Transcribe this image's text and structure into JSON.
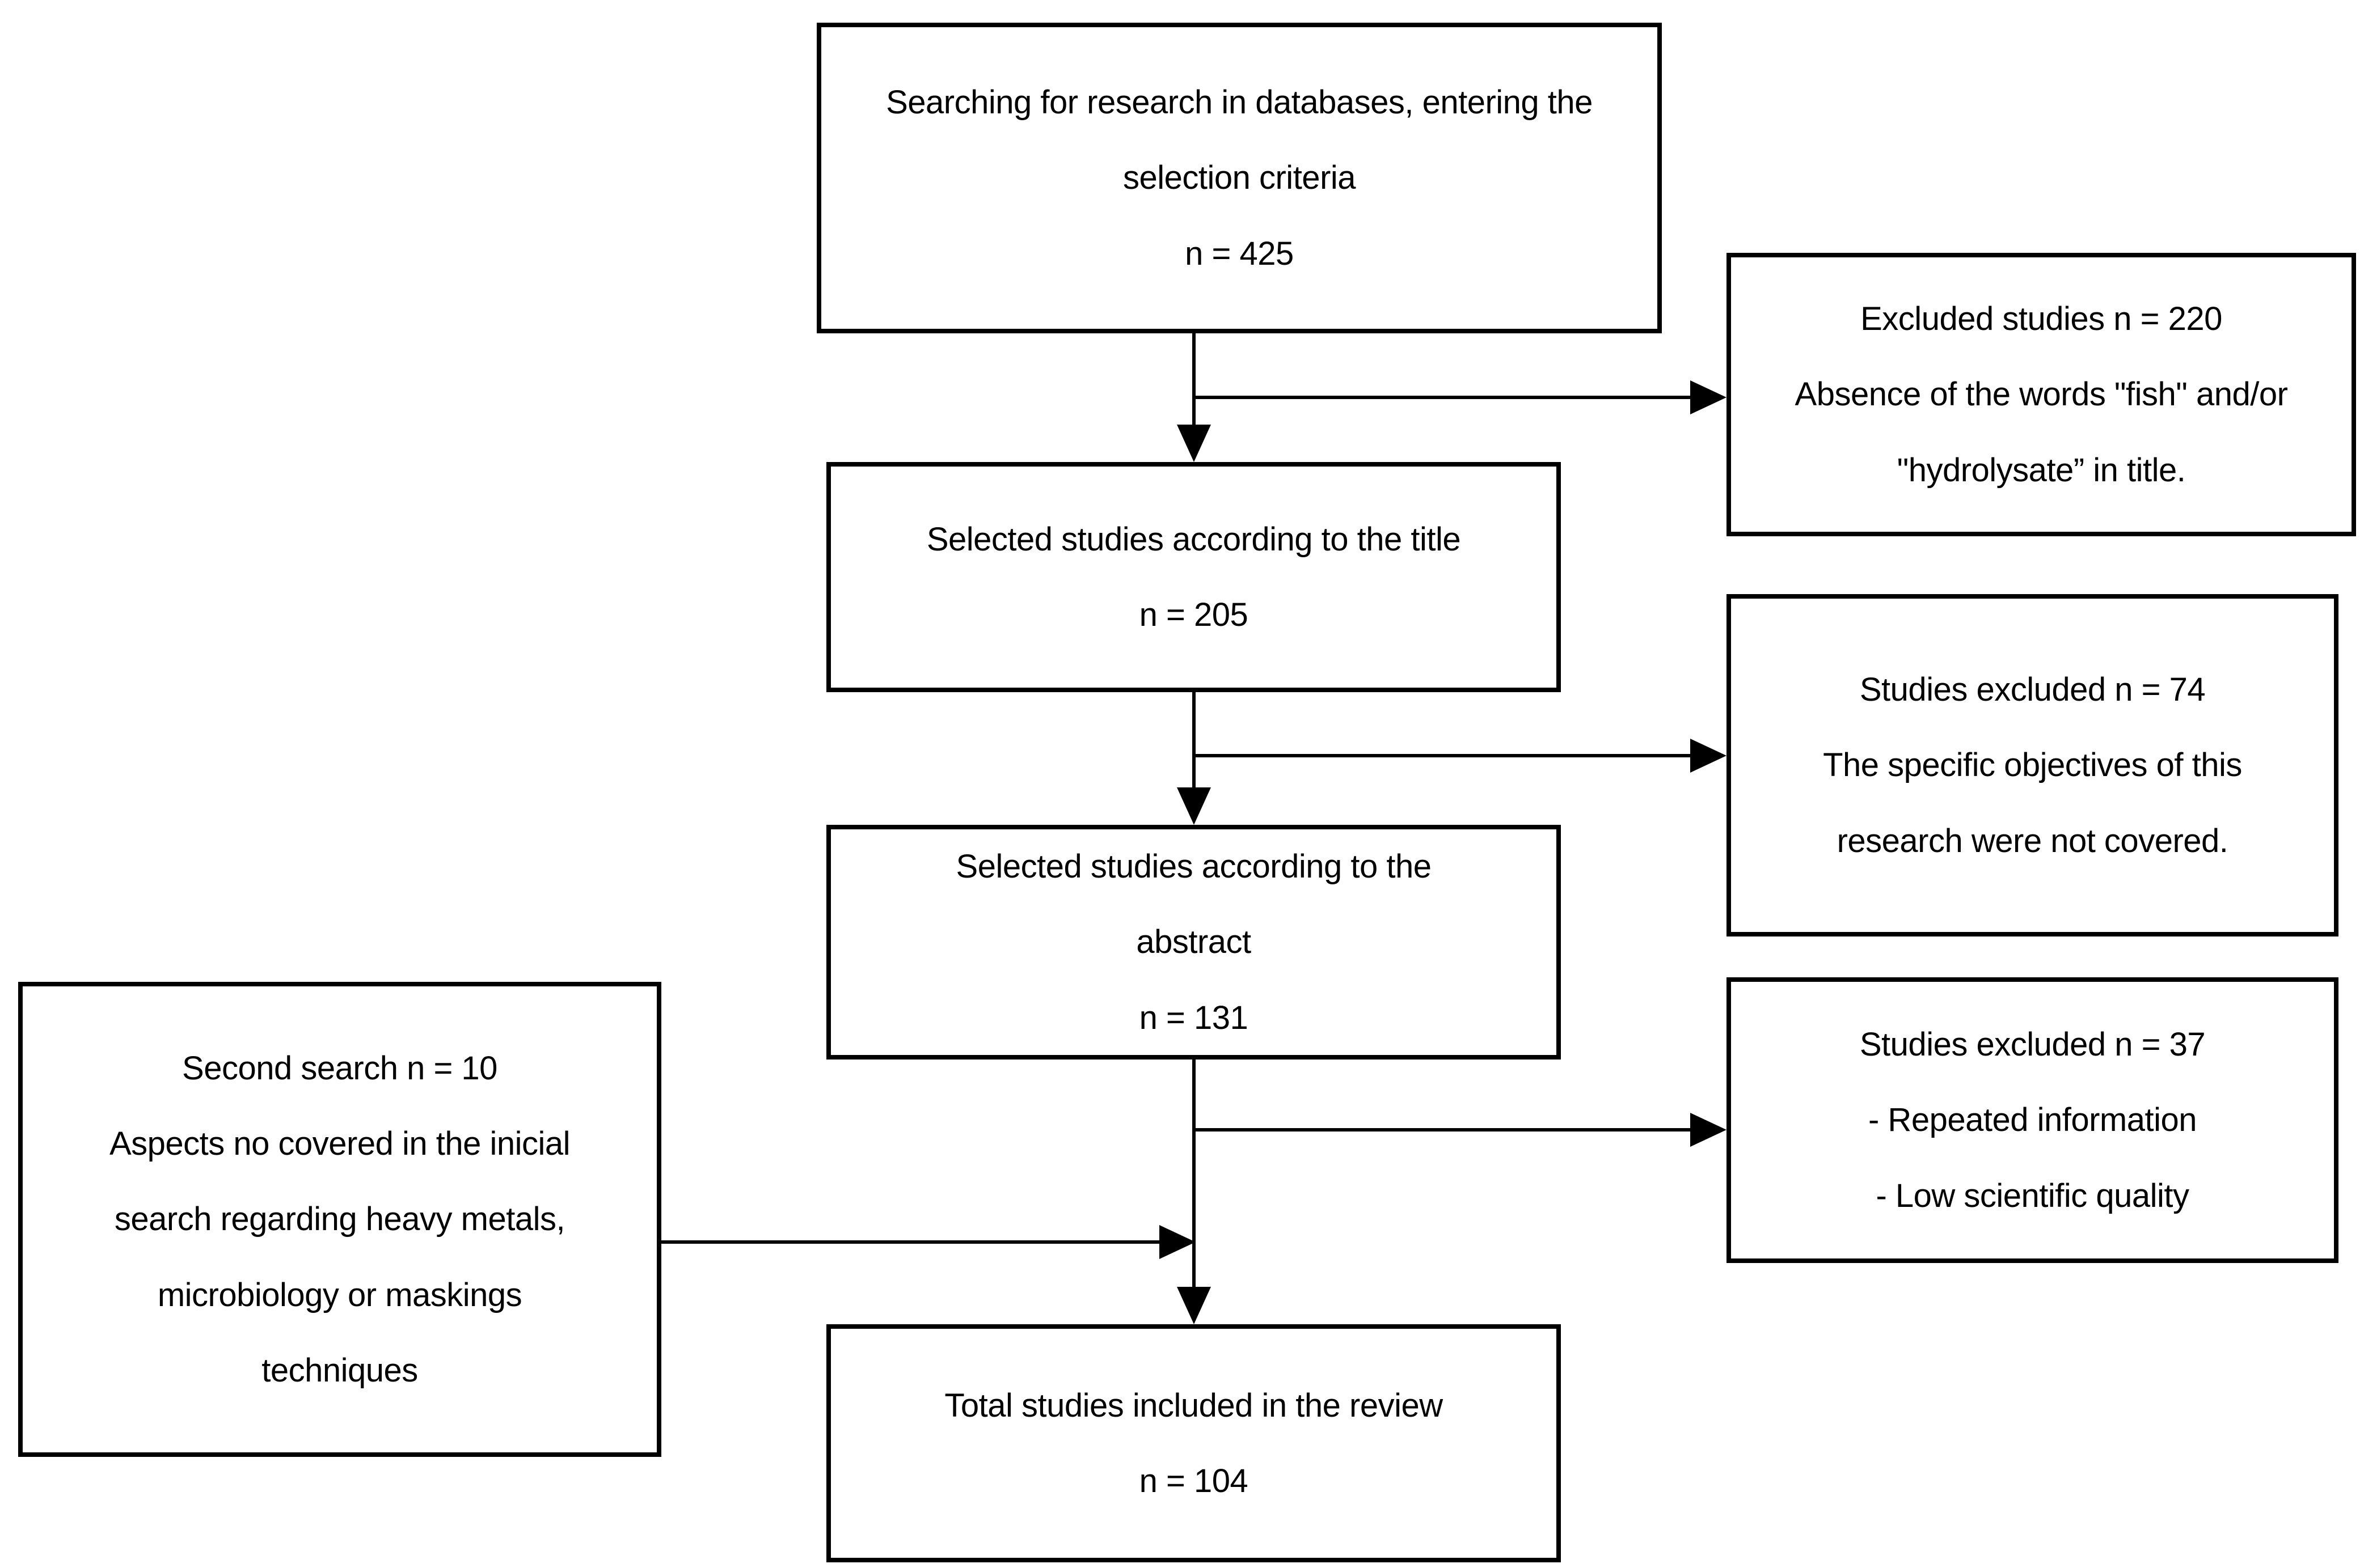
{
  "colors": {
    "ink": "#000000",
    "paper": "#ffffff"
  },
  "boxes": {
    "search": {
      "lines": [
        "Searching for research in databases, entering the",
        "selection criteria",
        "n = 425"
      ]
    },
    "excluded_title": {
      "lines": [
        "Excluded studies n = 220",
        "Absence of the words \"fish\" and/or",
        "\"hydrolysate” in title."
      ]
    },
    "selected_title": {
      "lines": [
        "Selected studies according to the title",
        "n = 205"
      ]
    },
    "excluded_abstract": {
      "lines": [
        "Studies excluded n = 74",
        "The specific objectives of this",
        "research were not covered."
      ]
    },
    "selected_abstract": {
      "lines": [
        "Selected studies according to the",
        "abstract",
        "n = 131"
      ]
    },
    "excluded_review": {
      "lines": [
        "Studies excluded n = 37",
        "- Repeated information",
        "- Low scientific quality"
      ]
    },
    "second_search": {
      "lines": [
        "Second search n = 10",
        "Aspects no covered in the inicial",
        "search regarding heavy metals,",
        "microbiology or maskings",
        "techniques"
      ]
    },
    "total": {
      "lines": [
        "Total studies included in the review",
        "n = 104"
      ]
    }
  }
}
